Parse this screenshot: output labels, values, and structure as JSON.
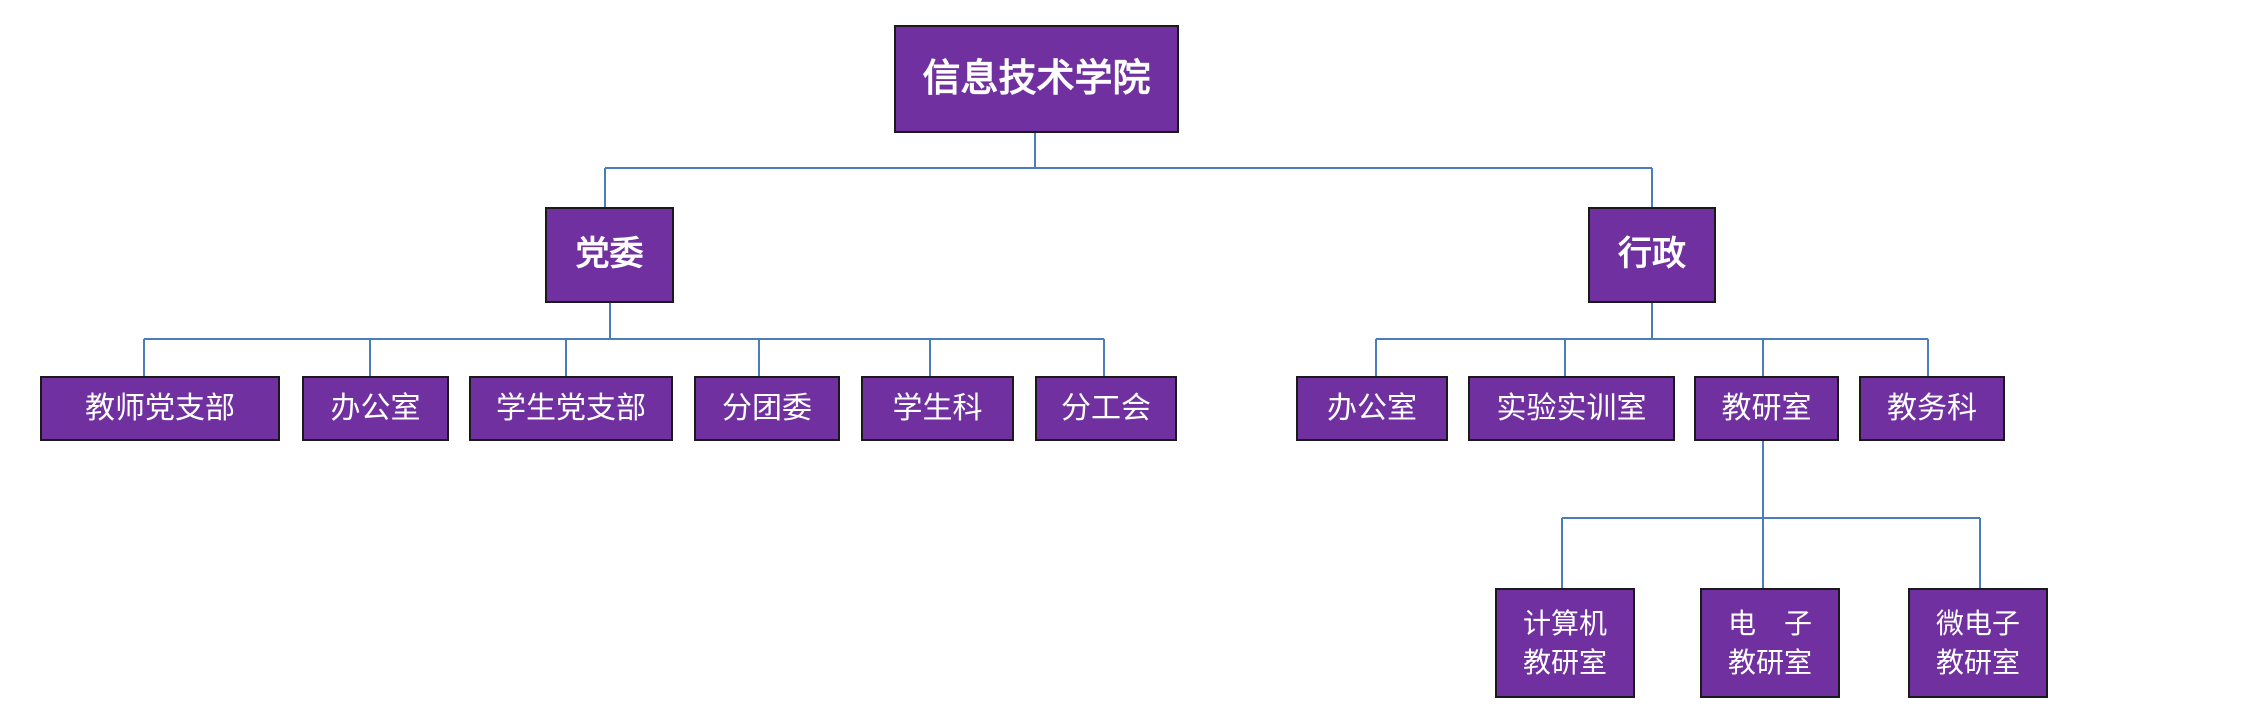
{
  "colors": {
    "box_fill": "#7030a0",
    "box_border": "#1a1a1a",
    "connector": "#4a7ebb",
    "text": "#ffffff"
  },
  "root": "信息技术学院",
  "party": {
    "title": "党委",
    "children": [
      "教师党支部",
      "办公室",
      "学生党支部",
      "分团委",
      "学生科",
      "分工会"
    ]
  },
  "admin": {
    "title": "行政",
    "children": [
      "办公室",
      "实验实训室",
      "教研室",
      "教务科"
    ],
    "research": [
      "计算机\n教研室",
      "电　子\n教研室",
      "微电子\n教研室"
    ]
  }
}
